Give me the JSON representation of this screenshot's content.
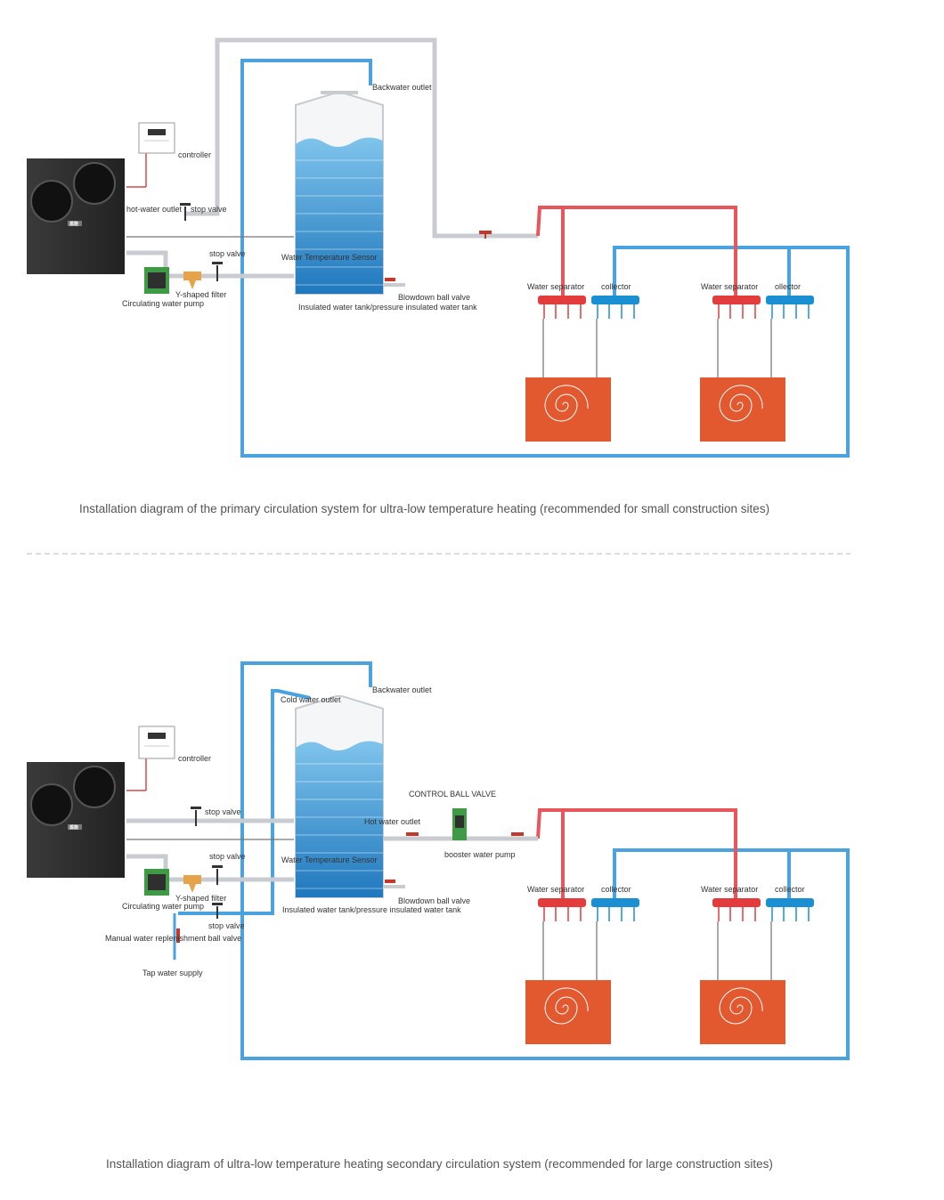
{
  "colors": {
    "hot": "#e8555b",
    "cold": "#4aa3df",
    "pipe_gray": "#c8ccd0",
    "tank_water": "#2e86c8",
    "radiator": "#e2592f",
    "separator": "#e23c3c",
    "collector": "#1a8fd1",
    "unit_body": "#2c2c2c",
    "pump": "#3f9a45",
    "filter": "#e7a34a"
  },
  "icons": [
    "heat-pump-icon",
    "fan-icon",
    "controller-icon",
    "pump-icon",
    "filter-icon",
    "valve-icon",
    "radiator-icon",
    "spiral-icon",
    "tank-icon"
  ],
  "diagram1": {
    "labels": {
      "backwater_outlet": "Backwater outlet",
      "controller": "controller",
      "hot_water_outlet": "hot-water outlet",
      "stop_valve_1": "stop valve",
      "stop_valve_2": "stop valve",
      "water_temp_sensor": "Water Temperature Sensor",
      "y_filter": "Y-shaped filter",
      "circ_pump": "Circulating water pump",
      "blowdown": "Blowdown ball valve",
      "tank": "Insulated water tank/pressure insulated water tank",
      "water_separator_1": "Water separator",
      "collector_1": "collector",
      "water_separator_2": "Water separator",
      "collector_2": "ollector"
    },
    "caption": "Installation diagram of the primary circulation system for ultra-low temperature heating (recommended for small construction sites)"
  },
  "diagram2": {
    "labels": {
      "backwater_outlet": "Backwater outlet",
      "cold_water_outlet": "Cold water outlet",
      "controller": "controller",
      "stop_valve_1": "stop valve",
      "control_ball_valve": "CONTROL BALL VALVE",
      "hot_water_outlet": "Hot water outlet",
      "booster_pump": "booster water pump",
      "stop_valve_2": "stop valve",
      "water_temp_sensor": "Water Temperature Sensor",
      "y_filter": "Y-shaped filter",
      "circ_pump": "Circulating water pump",
      "blowdown": "Blowdown ball valve",
      "tank": "Insulated water tank/pressure insulated water tank",
      "stop_valve_3": "stop valve",
      "manual_valve": "Manual water replenishment ball valve",
      "tap_water": "Tap water supply",
      "water_separator_1": "Water separator",
      "collector_1": "collector",
      "water_separator_2": "Water separator",
      "collector_2": "collector"
    },
    "caption": "Installation diagram of ultra-low temperature heating secondary circulation system (recommended for large construction sites)"
  }
}
